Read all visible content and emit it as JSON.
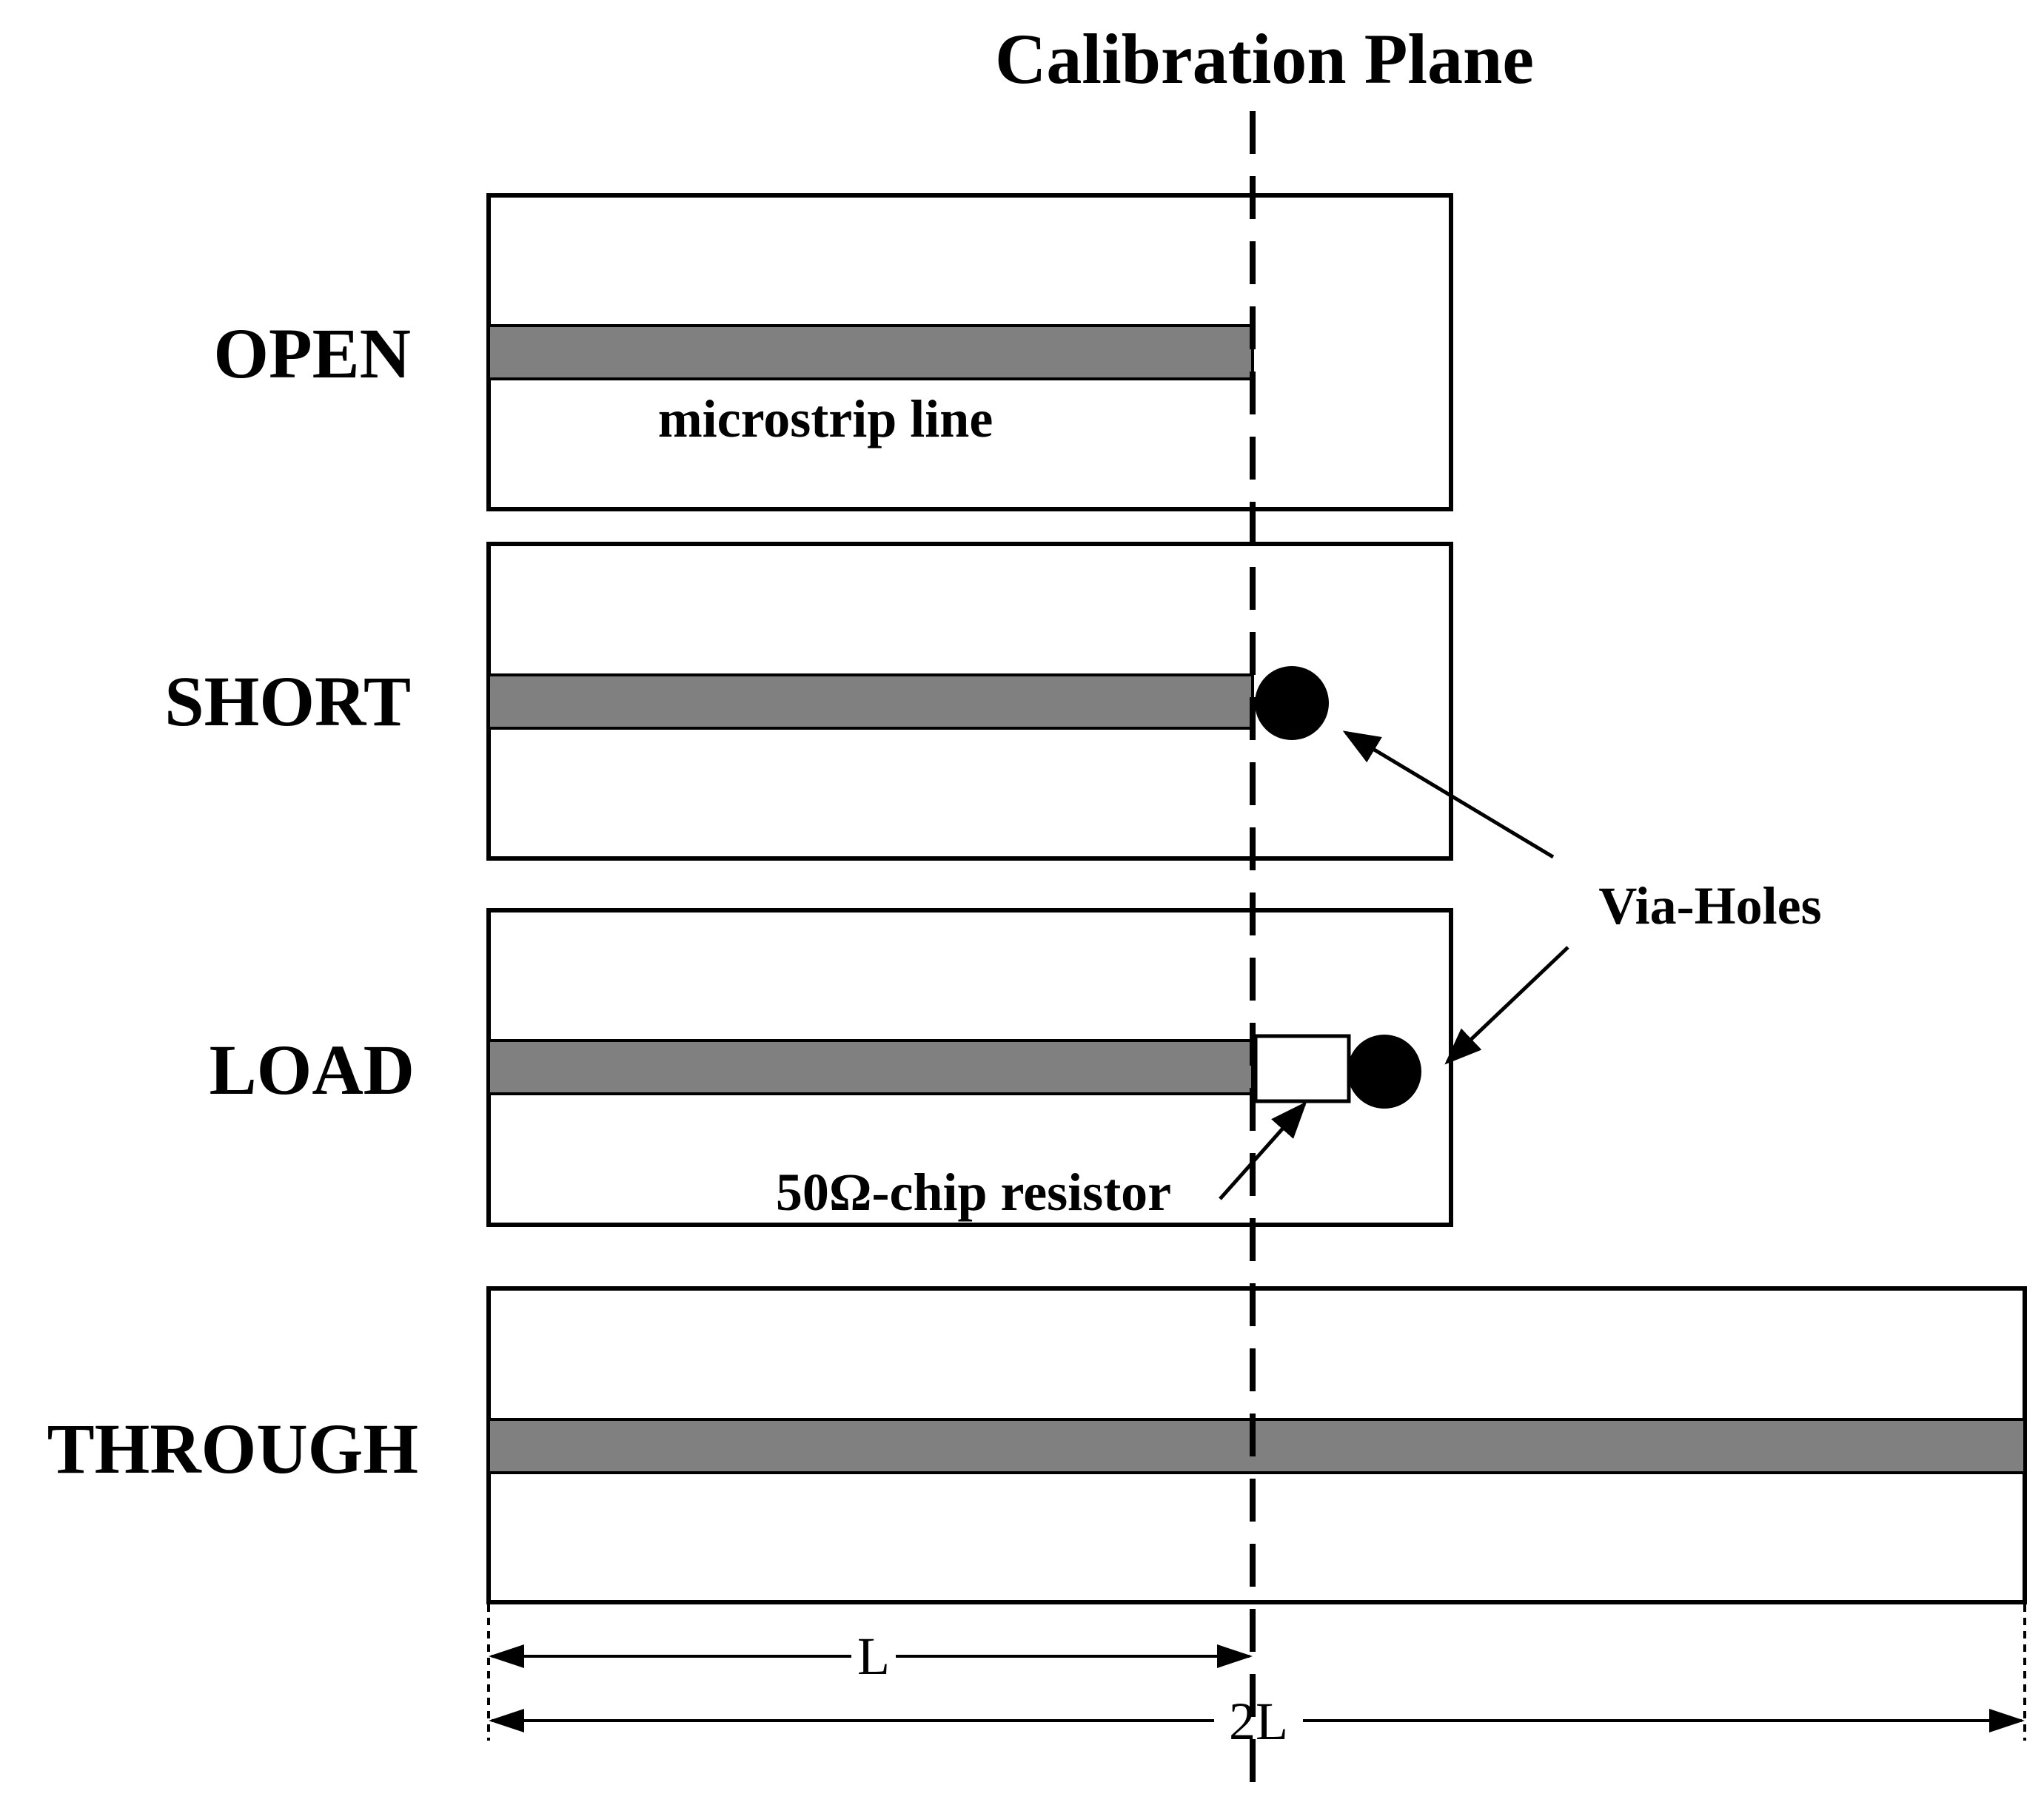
{
  "title": "Calibration Plane",
  "standards": {
    "open": "OPEN",
    "short": "SHORT",
    "load": "LOAD",
    "through": "THROUGH"
  },
  "annotations": {
    "microstrip": "microstrip line",
    "via_holes": "Via-Holes",
    "resistor": "50Ω-chip resistor"
  },
  "dimensions": {
    "half": "L",
    "full": "2L"
  },
  "colors": {
    "strip": "#808080",
    "outline": "#000000",
    "background": "#ffffff"
  }
}
